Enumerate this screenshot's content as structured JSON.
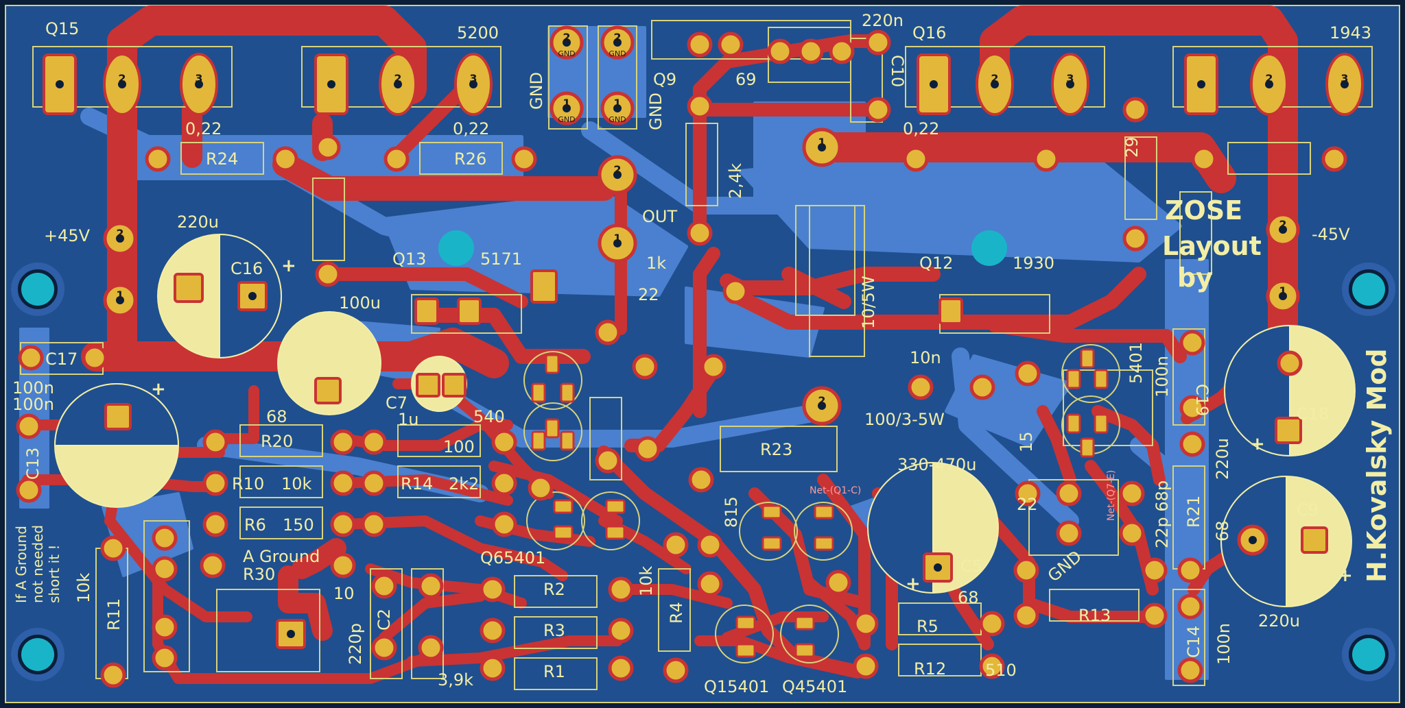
{
  "colors": {
    "background": "#0b1f3a",
    "board": "#1f4f8f",
    "copper_bottom": "#4a80cf",
    "copper_top": "#c93333",
    "pad": "#e3b73a",
    "silk": "#f2eea6",
    "hole": "#1ab4c8",
    "cap_fill": "#f0e9a2"
  },
  "silk_labels": [
    {
      "id": "q15",
      "text": "Q15"
    },
    {
      "id": "n5200",
      "text": "5200"
    },
    {
      "id": "q16",
      "text": "Q16"
    },
    {
      "id": "n1943",
      "text": "1943"
    },
    {
      "id": "c220n",
      "text": "220n"
    },
    {
      "id": "gnd_a",
      "text": "GND"
    },
    {
      "id": "gnd_b",
      "text": "GND"
    },
    {
      "id": "q9",
      "text": "Q9"
    },
    {
      "id": "n69",
      "text": "69"
    },
    {
      "id": "r022a",
      "text": "0,22"
    },
    {
      "id": "r022b",
      "text": "0,22"
    },
    {
      "id": "r022c",
      "text": "0,22"
    },
    {
      "id": "r24",
      "text": "R24"
    },
    {
      "id": "r26",
      "text": "R26"
    },
    {
      "id": "c10",
      "text": "C10"
    },
    {
      "id": "r29",
      "text": "29"
    },
    {
      "id": "p45",
      "text": "+45V"
    },
    {
      "id": "m45",
      "text": "-45V"
    },
    {
      "id": "c220u_a",
      "text": "220u"
    },
    {
      "id": "c16",
      "text": "C16"
    },
    {
      "id": "out",
      "text": "OUT"
    },
    {
      "id": "n24k",
      "text": "2,4k"
    },
    {
      "id": "l_ose",
      "text": "ZOSE"
    },
    {
      "id": "l_layout",
      "text": "Layout"
    },
    {
      "id": "l_by",
      "text": "by"
    },
    {
      "id": "q13",
      "text": "Q13"
    },
    {
      "id": "n5171",
      "text": "5171"
    },
    {
      "id": "n1k",
      "text": "1k"
    },
    {
      "id": "n22",
      "text": "22"
    },
    {
      "id": "q12",
      "text": "Q12"
    },
    {
      "id": "n1930",
      "text": "1930"
    },
    {
      "id": "r10w",
      "text": "10/5W"
    },
    {
      "id": "c100u",
      "text": "100u"
    },
    {
      "id": "c17",
      "text": "C17"
    },
    {
      "id": "n100n_a",
      "text": "100n"
    },
    {
      "id": "n100n_b",
      "text": "100n"
    },
    {
      "id": "c13",
      "text": "C13"
    },
    {
      "id": "c19",
      "text": "C19"
    },
    {
      "id": "n100n_c",
      "text": "100n"
    },
    {
      "id": "n5401a",
      "text": "5401"
    },
    {
      "id": "c18",
      "text": "C18"
    },
    {
      "id": "kovalsky",
      "text": "H.Kovalsky Mod"
    },
    {
      "id": "r20",
      "text": "R20"
    },
    {
      "id": "n68a",
      "text": "68"
    },
    {
      "id": "c7",
      "text": "C7"
    },
    {
      "id": "n1u",
      "text": "1u"
    },
    {
      "id": "n54x",
      "text": "540"
    },
    {
      "id": "n100",
      "text": "100"
    },
    {
      "id": "r23",
      "text": "R23"
    },
    {
      "id": "r10_5w",
      "text": "100/3-5W"
    },
    {
      "id": "c10b",
      "text": "10n"
    },
    {
      "id": "n330",
      "text": "330-470u"
    },
    {
      "id": "n22b",
      "text": "22"
    },
    {
      "id": "n15",
      "text": "15"
    },
    {
      "id": "n220u_b",
      "text": "220u"
    },
    {
      "id": "r21",
      "text": "R21"
    },
    {
      "id": "n68b",
      "text": "68"
    },
    {
      "id": "n22p",
      "text": "22p 68p"
    },
    {
      "id": "c9",
      "text": "C9"
    },
    {
      "id": "r10",
      "text": "R10"
    },
    {
      "id": "n10k_a",
      "text": "10k"
    },
    {
      "id": "r14",
      "text": "R14"
    },
    {
      "id": "n2k2",
      "text": "2k2"
    },
    {
      "id": "r6",
      "text": "R6"
    },
    {
      "id": "n150",
      "text": "150"
    },
    {
      "id": "aground",
      "text": "A Ground"
    },
    {
      "id": "r30",
      "text": "R30"
    },
    {
      "id": "n10",
      "text": "10"
    },
    {
      "id": "n815",
      "text": "815"
    },
    {
      "id": "q65401",
      "text": "Q65401"
    },
    {
      "id": "n10k_b",
      "text": "10k"
    },
    {
      "id": "c5",
      "text": "C5"
    },
    {
      "id": "n68c",
      "text": "68"
    },
    {
      "id": "r5",
      "text": "R5"
    },
    {
      "id": "r13",
      "text": "R13"
    },
    {
      "id": "r2",
      "text": "R2"
    },
    {
      "id": "r3",
      "text": "R3"
    },
    {
      "id": "r1",
      "text": "R1"
    },
    {
      "id": "r4",
      "text": "R4"
    },
    {
      "id": "r12",
      "text": "R12"
    },
    {
      "id": "n510",
      "text": "510"
    },
    {
      "id": "n220p",
      "text": "220p"
    },
    {
      "id": "n39k",
      "text": "3,9k"
    },
    {
      "id": "c2",
      "text": "C2"
    },
    {
      "id": "q15401",
      "text": "Q15401"
    },
    {
      "id": "q4",
      "text": "Q45401"
    },
    {
      "id": "r11",
      "text": "R11"
    },
    {
      "id": "n10k_c",
      "text": "10k"
    },
    {
      "id": "c14",
      "text": "C14"
    },
    {
      "id": "n100n_d",
      "text": "100n"
    },
    {
      "id": "n220u_c",
      "text": "220u"
    },
    {
      "id": "gnd_c",
      "text": "GND"
    },
    {
      "id": "netq1c",
      "text": "Net-(Q1-C)"
    },
    {
      "id": "netq7e",
      "text": "Net-(Q7-E)"
    },
    {
      "id": "ifag1",
      "text": "If A Ground"
    },
    {
      "id": "ifag2",
      "text": "not needed"
    },
    {
      "id": "ifag3",
      "text": "short it !"
    }
  ],
  "pad_numbers": {
    "one": "1",
    "two": "2",
    "three": "3"
  },
  "pad_net": {
    "gnd": "GND"
  }
}
